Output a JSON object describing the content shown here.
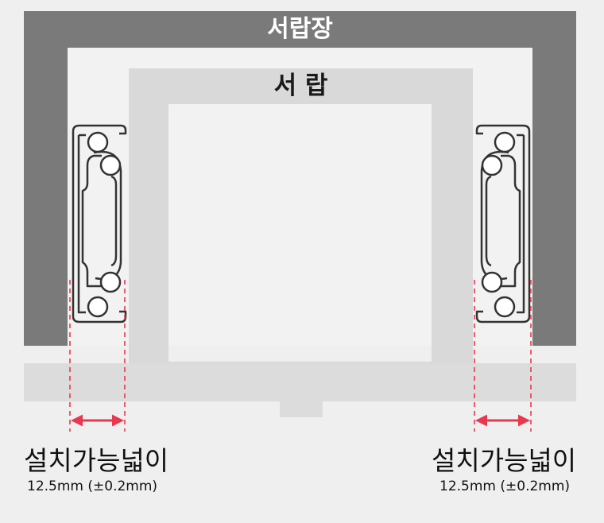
{
  "labels": {
    "cabinet": "서랍장",
    "drawer": "서 랍"
  },
  "install": {
    "left": {
      "label": "설치가능넓이",
      "value": "12.5mm (±0.2mm)"
    },
    "right": {
      "label": "설치가능넓이",
      "value": "12.5mm (±0.2mm)"
    }
  },
  "colors": {
    "background": "#efefef",
    "cabinet": "#7a7a7a",
    "cabinet_inner": "#f2f2f2",
    "drawer": "#d9d9d9",
    "base": "#dcdcdc",
    "rail": "#333333",
    "dimension": "#e8384f"
  }
}
